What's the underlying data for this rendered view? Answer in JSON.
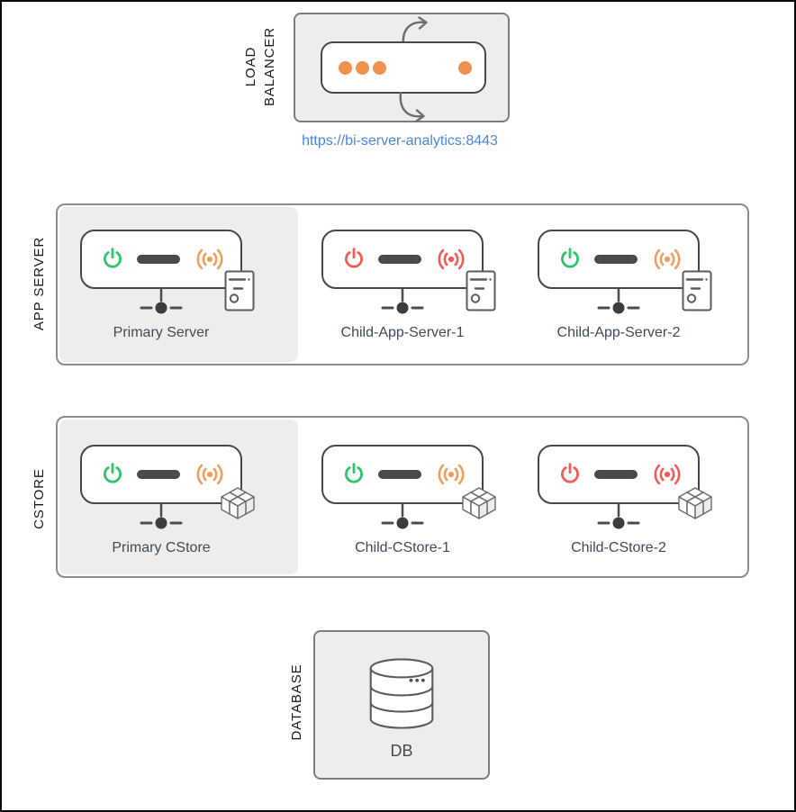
{
  "load_balancer": {
    "label_line1": "LOAD",
    "label_line2": "BALANCER",
    "url": "https://bi-server-analytics:8443"
  },
  "app_server": {
    "section_label": "APP SERVER",
    "nodes": [
      {
        "label": "Primary Server",
        "power_state": "green",
        "signal_state": "orange",
        "highlighted": true
      },
      {
        "label": "Child-App-Server-1",
        "power_state": "red",
        "signal_state": "red",
        "highlighted": false
      },
      {
        "label": "Child-App-Server-2",
        "power_state": "green",
        "signal_state": "orange",
        "highlighted": false
      }
    ]
  },
  "cstore": {
    "section_label": "CSTORE",
    "nodes": [
      {
        "label": "Primary CStore",
        "power_state": "green",
        "signal_state": "orange",
        "highlighted": true
      },
      {
        "label": "Child-CStore-1",
        "power_state": "green",
        "signal_state": "orange",
        "highlighted": false
      },
      {
        "label": "Child-CStore-2",
        "power_state": "red",
        "signal_state": "red",
        "highlighted": false
      }
    ]
  },
  "database": {
    "section_label": "DATABASE",
    "db_label": "DB"
  },
  "colors": {
    "status_green": "#2fc56d",
    "status_red": "#f25c58",
    "status_orange": "#f0a05c",
    "load_balancer_dots": "#f0914d",
    "url_link": "#4a87e0",
    "highlight_gray": "#ededed"
  }
}
